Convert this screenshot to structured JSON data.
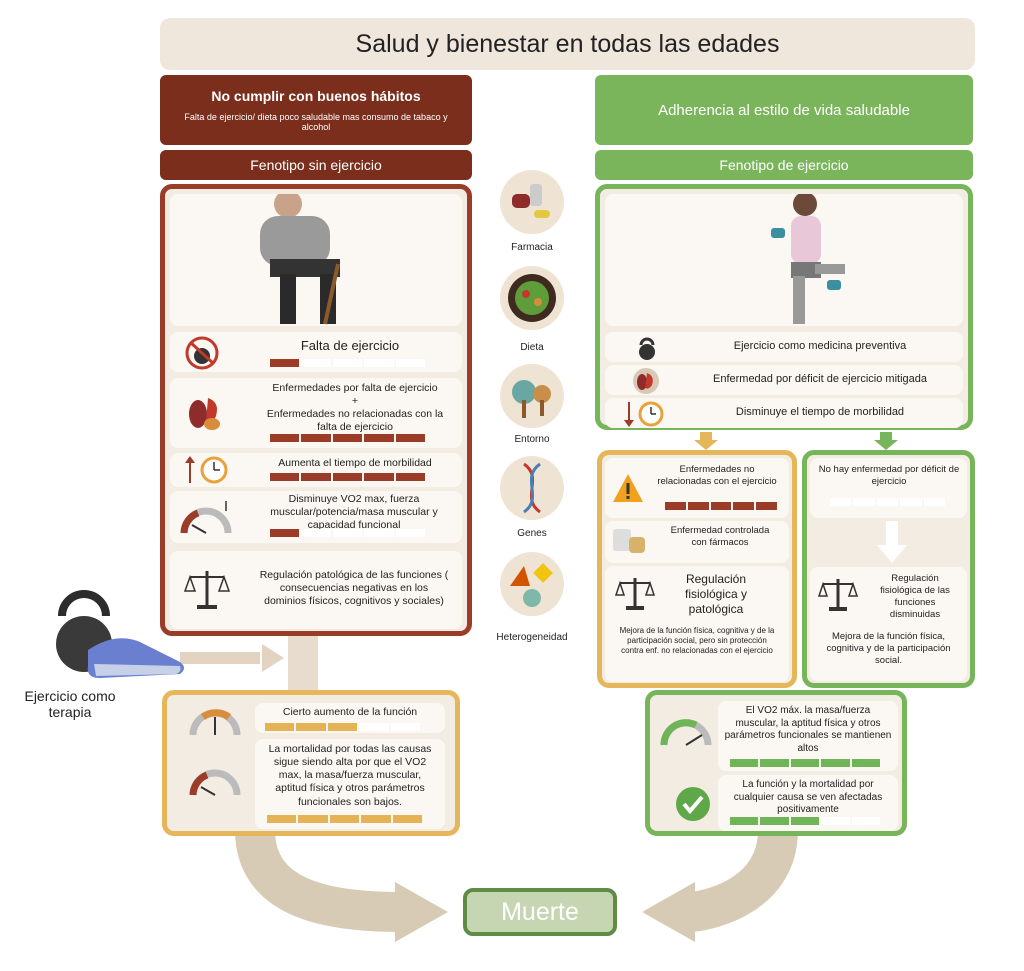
{
  "title": "Salud y bienestar en todas las edades",
  "left": {
    "header": "No cumplir con buenos hábitos",
    "subheader": "Falta de ejercicio/ dieta poco saludable mas consumo de tabaco y alcohol",
    "phenotype": "Fenotipo sin ejercicio",
    "items": [
      {
        "text": "Falta de ejercicio",
        "icon": "no-kettlebell-icon"
      },
      {
        "text": "Enfermedades por falta de ejercicio\n+\nEnfermedades no relacionadas con la falta de ejercicio",
        "icon": "organs-icon"
      },
      {
        "text": "Aumenta el tiempo de morbilidad",
        "icon": "clock-up-icon"
      },
      {
        "text": "Disminuye VO2 max, fuerza muscular/potencia/masa muscular y capacidad funcional",
        "icon": "gauge-low-icon"
      },
      {
        "text": "Regulación patológica de las funciones ( consecuencias negativas en los dominios físicos, cognitivos y sociales)",
        "icon": "scale-icon"
      }
    ],
    "bars": [
      0.2,
      1.0,
      1.0,
      0.2
    ]
  },
  "middle": {
    "labels": [
      "Farmacia",
      "Dieta",
      "Entorno",
      "Genes",
      "Heterogeneidad"
    ]
  },
  "right": {
    "header": "Adherencia al estilo de vida saludable",
    "phenotype": "Fenotipo de ejercicio",
    "items": [
      {
        "text": "Ejercicio como medicina preventiva",
        "icon": "kettlebell-icon"
      },
      {
        "text": "Enfermedad por déficit de ejercicio mitigada",
        "icon": "organs-icon"
      },
      {
        "text": "Disminuye el tiempo de morbilidad",
        "icon": "clock-down-icon"
      }
    ],
    "yellow_panel": {
      "item1": "Enfermedades no relacionadas con el ejercicio",
      "item2": "Enfermedad controlada con fármacos",
      "item3_title": "Regulación fisiológica y patológica",
      "item3_text": "Mejora de la función física, cognitiva y de la participación social, pero sin protección contra enf. no relacionadas con el ejercicio"
    },
    "green_panel": {
      "item1": "No hay enfermedad por déficit de ejercicio",
      "item2_title": "Regulación fisiológica de las funciones disminuidas",
      "item2_text": "Mejora de la función física, cognitiva y de la participación social."
    }
  },
  "exercise_label": "Ejercicio como terapia",
  "bottom_left": {
    "item1": "Cierto aumento de la función",
    "item2": "La mortalidad por todas las causas sigue siendo alta por que el VO2 max, la masa/fuerza muscular, aptitud física y otros parámetros funcionales son bajos."
  },
  "bottom_right": {
    "item1": "El VO2 máx. la masa/fuerza muscular, la aptitud física y otros parámetros funcionales se mantienen altos",
    "item2": "La función y la mortalidad por cualquier causa se ven afectadas positivamente"
  },
  "death": "Muerte",
  "colors": {
    "red": "#7b2e1c",
    "green": "#7ab55c",
    "yellow": "#e6b65a",
    "beige": "#efe6dc"
  }
}
